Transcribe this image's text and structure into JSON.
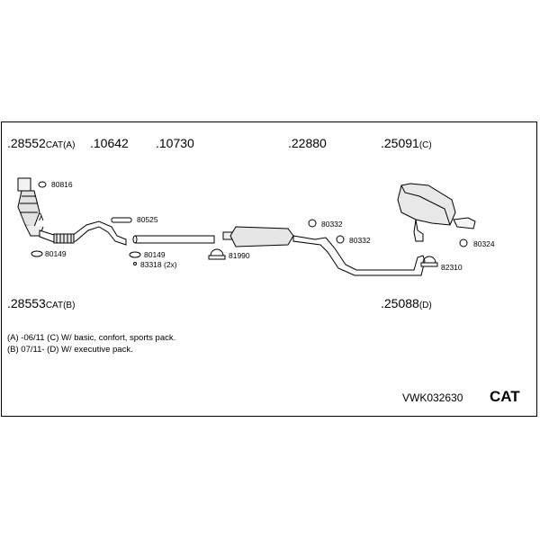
{
  "parts": [
    {
      "key": "p28552",
      "number": ".28552",
      "suffix": "CAT(A)"
    },
    {
      "key": "p10642",
      "number": ".10642",
      "suffix": ""
    },
    {
      "key": "p10730",
      "number": ".10730",
      "suffix": ""
    },
    {
      "key": "p22880",
      "number": ".22880",
      "suffix": ""
    },
    {
      "key": "p25091",
      "number": ".25091",
      "suffix": "(C)"
    },
    {
      "key": "p28553",
      "number": ".28553",
      "suffix": "CAT(B)"
    },
    {
      "key": "p25088",
      "number": ".25088",
      "suffix": "(D)"
    }
  ],
  "small_parts": {
    "a80816": "80816",
    "a80149_left": "80149",
    "a80525": "80525",
    "a80149_mid": "80149",
    "a83318": "83318 (2x)",
    "a81990": "81990",
    "a80332_top": "80332",
    "a80332_bottom": "80332",
    "a80324": "80324",
    "a82310": "82310",
    "lambda": "λ"
  },
  "notes": [
    "(A) -06/11 (C) W/ basic, confort, sports pack.",
    "(B) 07/11- (D) W/ executive pack."
  ],
  "footer": {
    "code": "VWK032630",
    "cat": "CAT"
  }
}
